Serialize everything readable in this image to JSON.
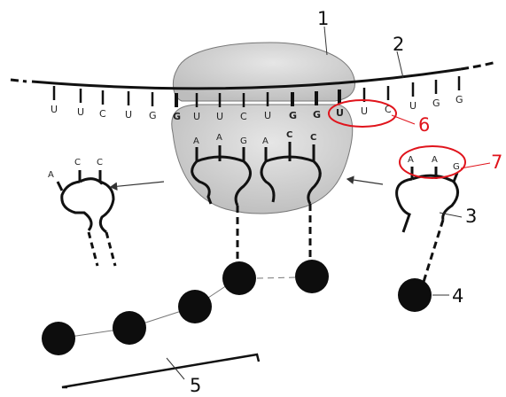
{
  "figure": {
    "accent_color": "#e0141c",
    "ribosome_color": "#c9c9c9",
    "mrna_codons": [
      "U",
      "U",
      "C",
      "U",
      "G",
      "G",
      "U",
      "U",
      "C",
      "U",
      "G",
      "G",
      "U",
      "U",
      "C",
      "U",
      "G",
      "G"
    ],
    "bold_bases": [
      5,
      10,
      11,
      12
    ],
    "trna_left_anticodon": [
      "A",
      "C",
      "C"
    ],
    "trna_p_anticodon": [
      "A",
      "A",
      "G"
    ],
    "trna_a_anticodon": [
      "A",
      "C",
      "C"
    ],
    "trna_incoming_anticodon": [
      "A",
      "A",
      "G"
    ],
    "labels": {
      "ribosome": "1",
      "mrna": "2",
      "trna": "3",
      "amino_acid": "4",
      "polypeptide": "5",
      "codon": "6",
      "anticodon": "7"
    }
  }
}
